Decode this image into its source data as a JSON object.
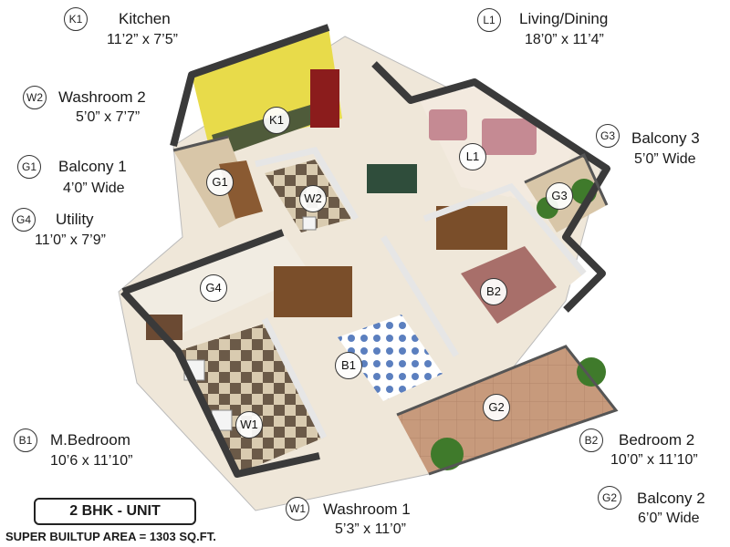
{
  "legend": {
    "K1": {
      "code": "K1",
      "name": "Kitchen",
      "size": "11’2” x 7’5”"
    },
    "W2": {
      "code": "W2",
      "name": "Washroom 2",
      "size": "5’0” x 7’7”"
    },
    "G1": {
      "code": "G1",
      "name": "Balcony 1",
      "size": "4’0” Wide"
    },
    "G4": {
      "code": "G4",
      "name": "Utility",
      "size": "11’0” x 7’9”"
    },
    "B1": {
      "code": "B1",
      "name": "M.Bedroom",
      "size": "10’6 x 11’10”"
    },
    "W1": {
      "code": "W1",
      "name": "Washroom 1",
      "size": "5’3” x 11’0”"
    },
    "L1": {
      "code": "L1",
      "name": "Living/Dining",
      "size": "18’0” x 11’4”"
    },
    "G3": {
      "code": "G3",
      "name": "Balcony 3",
      "size": "5’0” Wide"
    },
    "B2": {
      "code": "B2",
      "name": "Bedroom 2",
      "size": "10’0” x 11’10”"
    },
    "G2": {
      "code": "G2",
      "name": "Balcony 2",
      "size": "6’0” Wide"
    }
  },
  "tags": {
    "K1": "K1",
    "L1": "L1",
    "G1": "G1",
    "W2": "W2",
    "G3": "G3",
    "G4": "G4",
    "B2": "B2",
    "B1": "B1",
    "W1": "W1",
    "G2": "G2"
  },
  "unit_label": "2 BHK - UNIT",
  "area_label": "SUPER BUILTUP AREA = 1303 SQ.FT.",
  "colors": {
    "wall": "#3a3a3a",
    "floor": "#efe7d9",
    "kitchen_wall": "#e8db4a",
    "balcony_floor": "#c79a7c",
    "bed_blue": "#5b7fbf",
    "sofa": "#c58a93",
    "wood": "#7a4e2a"
  }
}
